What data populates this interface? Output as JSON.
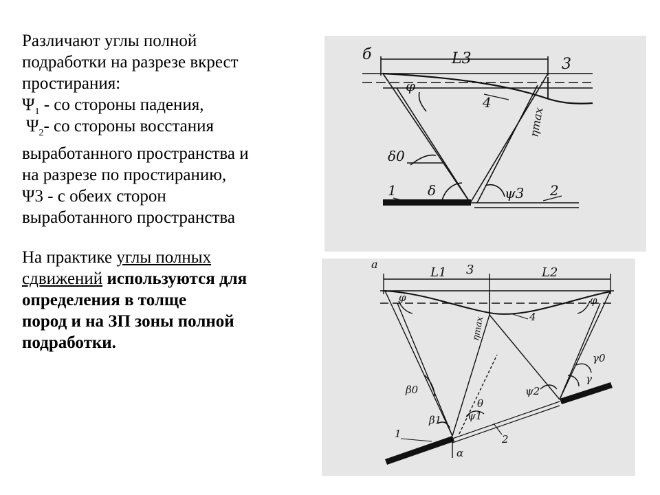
{
  "text": {
    "p1_l1": "Различают углы полной",
    "p1_l2": "подработки на разрезе вкрест",
    "p1_l3": "простирания:",
    "psi1_sym": "Ψ",
    "psi1_sub": "1",
    "psi1_text": " - со стороны падения,",
    "psi2_sym": "Ψ",
    "psi2_sub": "2",
    "psi2_text": "- со стороны восстания",
    "p1_l6": "выработанного пространства и",
    "p1_l7": "на разрезе по простиранию,",
    "p1_l8": "Ψ3 - с обеих сторон",
    "p1_l9": "выработанного пространства",
    "p2_l1_plain": "На практике ",
    "p2_l1_under": "углы полных",
    "p2_l2_under": "сдвижений",
    "p2_l2_bold": " используются для",
    "p2_l3": "определения в толще",
    "p2_l4": "пород и на ЗП зоны полной",
    "p2_l5": "подработки."
  },
  "diagram_top": {
    "label_b": "б",
    "label_L3": "L3",
    "label_3": "3",
    "label_phi": "φ",
    "label_4": "4",
    "label_etamax": "ηmax",
    "label_delta0": "δ0",
    "label_1": "1",
    "label_delta": "δ",
    "label_psi3": "ψ3",
    "label_2": "2"
  },
  "diagram_bottom": {
    "label_a": "а",
    "label_L1": "L1",
    "label_3": "3",
    "label_L2": "L2",
    "label_phi_left": "φ",
    "label_phi_right": "φ",
    "label_4": "4",
    "label_etamax": "ηmax",
    "label_gamma0": "γ0",
    "label_gamma": "γ",
    "label_beta0": "β0",
    "label_psi2": "ψ2",
    "label_theta": "θ",
    "label_psi1": "ψ1",
    "label_beta1": "β1",
    "label_1": "1",
    "label_2": "2",
    "label_alpha": "α"
  }
}
